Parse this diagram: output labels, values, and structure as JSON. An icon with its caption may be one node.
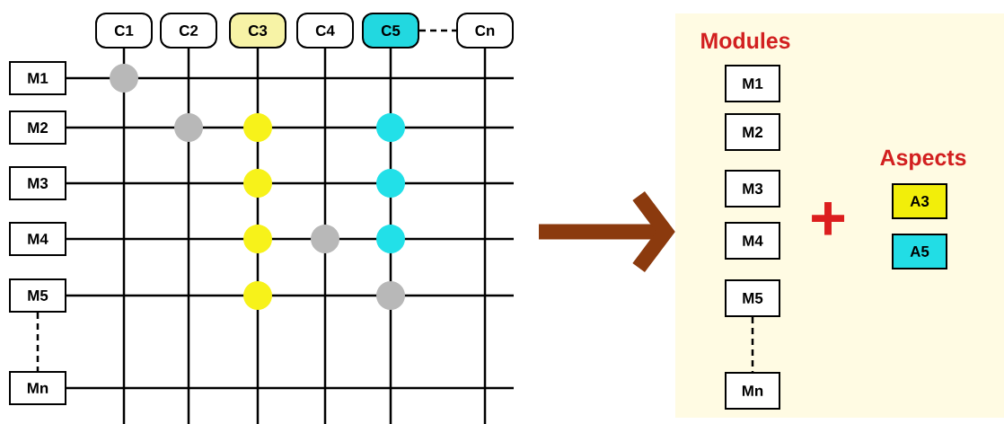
{
  "diagram": {
    "nodes": [
      {
        "text": [
          "C1"
        ]
      },
      {
        "text": [
          "C2"
        ]
      },
      {
        "text": [
          "C3"
        ]
      },
      {
        "text": [
          "C4"
        ]
      },
      {
        "text": [
          "C5"
        ]
      },
      {
        "text": [
          "Cn"
        ]
      },
      {
        "text": [
          "M1"
        ]
      },
      {
        "text": [
          "M2"
        ]
      },
      {
        "text": [
          "M3"
        ]
      },
      {
        "text": [
          "M4"
        ]
      },
      {
        "text": [
          "M5"
        ]
      },
      {
        "text": [
          "Mn"
        ]
      },
      {
        "text": [
          "Modules",
          "Aspects"
        ]
      },
      {
        "text": [
          "M1"
        ],
        "in": 12
      },
      {
        "text": [
          "M2"
        ],
        "in": 12
      },
      {
        "text": [
          "M3"
        ],
        "in": 12
      },
      {
        "text": [
          "M4"
        ],
        "in": 12
      },
      {
        "text": [
          "M5"
        ],
        "in": 12
      },
      {
        "text": [
          "Mn"
        ],
        "in": 12
      },
      {
        "text": [
          "A3"
        ],
        "in": 12
      },
      {
        "text": [
          "A5"
        ],
        "in": 12
      }
    ],
    "edges": [
      {
        "from": 0,
        "to": null,
        "arrow": "none"
      },
      {
        "from": 1,
        "to": null,
        "arrow": "none"
      },
      {
        "from": 2,
        "to": null,
        "arrow": "none"
      },
      {
        "from": 3,
        "to": null,
        "arrow": "none"
      },
      {
        "from": 4,
        "to": null,
        "arrow": "none"
      },
      {
        "from": 5,
        "to": null,
        "arrow": "none"
      },
      {
        "from": 6,
        "to": null,
        "arrow": "none"
      },
      {
        "from": 7,
        "to": null,
        "arrow": "none"
      },
      {
        "from": 8,
        "to": null,
        "arrow": "none"
      },
      {
        "from": 9,
        "to": null,
        "arrow": "none"
      },
      {
        "from": 10,
        "to": null,
        "arrow": "none"
      },
      {
        "from": 11,
        "to": null,
        "arrow": "none"
      },
      {
        "from": 4,
        "to": 5,
        "arrow": "none",
        "style": "dashed"
      },
      {
        "from": 10,
        "to": 11,
        "arrow": "none",
        "style": "dashed"
      },
      {
        "from": 17,
        "to": 18,
        "arrow": "none",
        "style": "dashed"
      },
      {
        "from": null,
        "to": 12,
        "arrow": "to",
        "style": "thick",
        "color": "#8b3a0e"
      }
    ],
    "labels": [
      "+"
    ]
  }
}
